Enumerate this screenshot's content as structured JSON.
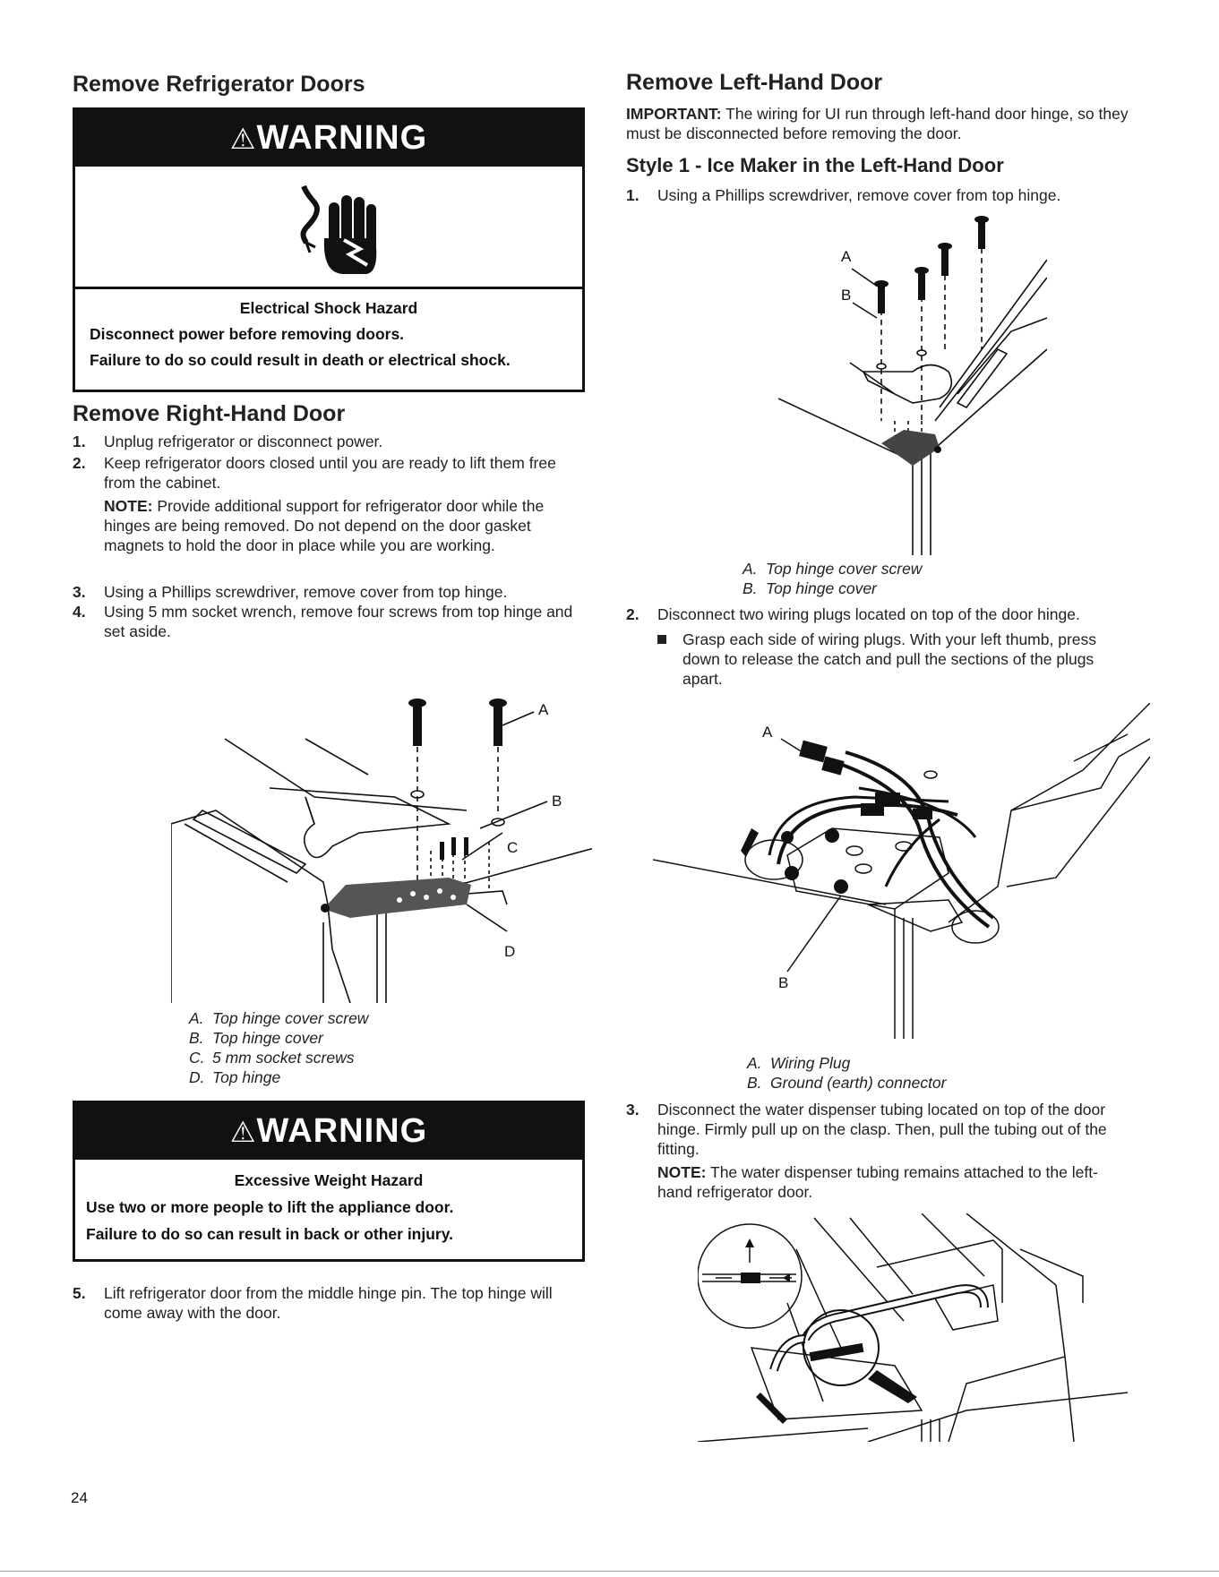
{
  "left": {
    "title_doors": "Remove Refrigerator Doors",
    "warning1": {
      "header": "WARNING",
      "hazard": "Electrical Shock Hazard",
      "line1": "Disconnect power before removing doors.",
      "line2": "Failure to do so could result in death or electrical shock."
    },
    "title_right_door": "Remove Right-Hand Door",
    "steps": [
      {
        "num": "1.",
        "text": "Unplug refrigerator or disconnect power."
      },
      {
        "num": "2.",
        "text": "Keep refrigerator doors closed until you are ready to lift them free from the cabinet.",
        "note_label": "NOTE:",
        "note": "Provide additional support for refrigerator door while the hinges are being removed. Do not depend on the door gasket magnets to hold the door in place while you are working."
      },
      {
        "num": "3.",
        "text": "Using a Phillips screwdriver, remove cover from top hinge."
      },
      {
        "num": "4.",
        "text": "Using 5 mm socket wrench, remove four screws from top hinge and set aside."
      }
    ],
    "fig1_labels": {
      "a": "A",
      "b": "B",
      "c": "C",
      "d": "D"
    },
    "legend1": [
      {
        "k": "A.",
        "v": "Top hinge cover screw"
      },
      {
        "k": "B.",
        "v": "Top hinge cover"
      },
      {
        "k": "C.",
        "v": "5 mm socket screws"
      },
      {
        "k": "D.",
        "v": "Top hinge"
      }
    ],
    "warning2": {
      "header": "WARNING",
      "hazard": "Excessive Weight Hazard",
      "line1": "Use two or more people to lift the appliance door.",
      "line2": "Failure to do so can result in back or other injury."
    },
    "step5": {
      "num": "5.",
      "text": "Lift refrigerator door from the middle hinge pin. The top hinge will come away with the door."
    }
  },
  "right": {
    "title_left_door": "Remove Left-Hand Door",
    "important_label": "IMPORTANT:",
    "important": "The wiring for UI run through left-hand door hinge, so they must be disconnected before removing the door.",
    "subtitle": "Style 1 - Ice Maker in the Left-Hand Door",
    "step1": {
      "num": "1.",
      "text": "Using a Phillips screwdriver, remove cover from top hinge."
    },
    "fig2_labels": {
      "a": "A",
      "b": "B"
    },
    "legend2": [
      {
        "k": "A.",
        "v": "Top hinge cover screw"
      },
      {
        "k": "B.",
        "v": "Top hinge cover"
      }
    ],
    "step2": {
      "num": "2.",
      "text": "Disconnect two wiring plugs located on top of the door hinge."
    },
    "bullet": "Grasp each side of wiring plugs. With your left thumb, press down to release the catch and pull the sections of the plugs apart.",
    "fig3_labels": {
      "a": "A",
      "b": "B"
    },
    "legend3": [
      {
        "k": "A.",
        "v": "Wiring Plug"
      },
      {
        "k": "B.",
        "v": "Ground (earth) connector"
      }
    ],
    "step3": {
      "num": "3.",
      "text": "Disconnect the water dispenser tubing located on top of the door hinge. Firmly pull up on the clasp. Then, pull the tubing out of the fitting.",
      "note_label": "NOTE:",
      "note": "The water dispenser tubing remains attached to the left-hand refrigerator door."
    }
  },
  "page_number": "24"
}
